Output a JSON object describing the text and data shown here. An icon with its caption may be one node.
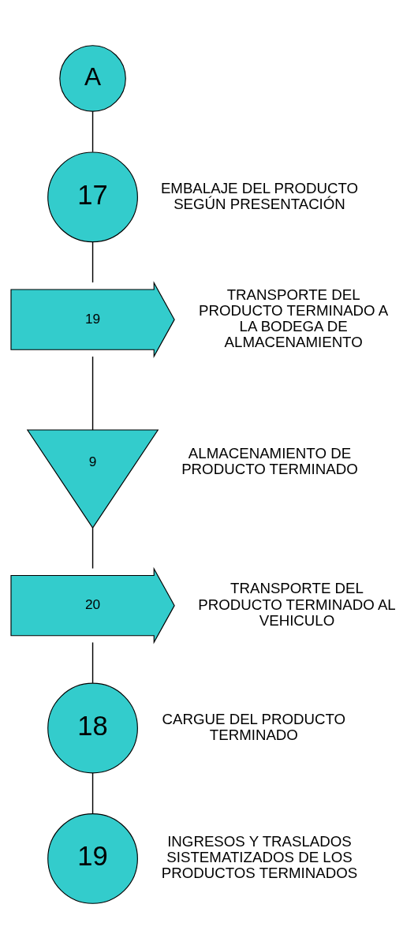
{
  "diagram": {
    "nodes": [
      {
        "text": [
          "A"
        ]
      },
      {
        "text": [
          "17"
        ],
        "beside": [
          "EMBALAJE DEL PRODUCTO SEGÚN PRESENTACIÓN"
        ]
      },
      {
        "text": [
          "19"
        ],
        "beside": [
          "TRANSPORTE DEL PRODUCTO TERMINADO A LA BODEGA DE ALMACENAMIENTO"
        ]
      },
      {
        "text": [
          "9"
        ],
        "beside": [
          "ALMACENAMIENTO DE PRODUCTO TERMINADO"
        ]
      },
      {
        "text": [
          "20"
        ],
        "beside": [
          "TRANSPORTE DEL PRODUCTO TERMINADO AL VEHICULO"
        ]
      },
      {
        "text": [
          "18"
        ],
        "beside": [
          "CARGUE DEL PRODUCTO TERMINADO"
        ]
      },
      {
        "text": [
          "19"
        ],
        "beside": [
          "INGRESOS Y TRASLADOS SISTEMATIZADOS DE LOS PRODUCTOS TERMINADOS"
        ]
      }
    ],
    "edges": [
      {
        "from": 0,
        "to": 1,
        "arrow": "none"
      },
      {
        "from": 1,
        "to": 2,
        "arrow": "none"
      },
      {
        "from": 2,
        "to": 3,
        "arrow": "none"
      },
      {
        "from": 3,
        "to": 4,
        "arrow": "none"
      },
      {
        "from": 4,
        "to": 5,
        "arrow": "none"
      },
      {
        "from": 5,
        "to": 6,
        "arrow": "none"
      }
    ]
  }
}
